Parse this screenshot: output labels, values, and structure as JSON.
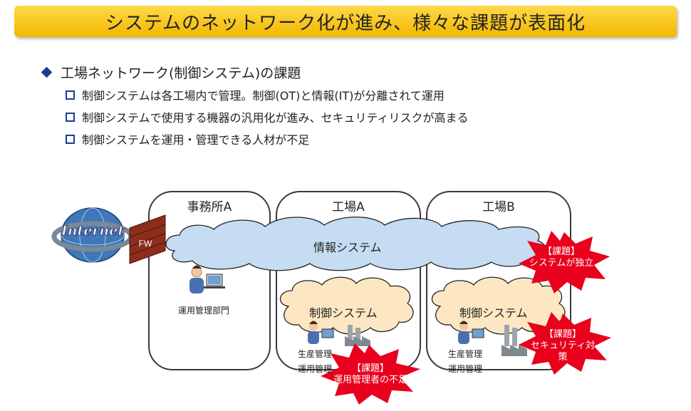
{
  "title": "システムのネットワーク化が進み、様々な課題が表面化",
  "bullet": {
    "main": "工場ネットワーク(制御システム)の課題",
    "subs": [
      "制御システムは各工場内で管理。制御(OT)と情報(IT)が分離されて運用",
      "制御システムで使用する機器の汎用化が進み、セキュリティリスクが高まる",
      "制御システムを運用・管理できる人材が不足"
    ]
  },
  "diagram": {
    "boxes": {
      "office": "事務所A",
      "factory_a": "工場A",
      "factory_b": "工場B"
    },
    "internet": "Internet",
    "fw": "FW",
    "info_cloud": "情報システム",
    "control_cloud_a": "制御システム",
    "control_cloud_b": "制御システム",
    "dept": "運用管理部門",
    "a_labels": [
      "生産管理",
      "運用管理"
    ],
    "b_labels": [
      "生産管理",
      "運用管理"
    ],
    "issues": [
      {
        "head": "【課題】",
        "body": "システムが独立"
      },
      {
        "head": "【課題】",
        "body": "セキュリティ対策"
      },
      {
        "head": "【課題】",
        "body": "運用管理者の不足"
      }
    ]
  },
  "colors": {
    "accent": "#f2b700",
    "bullet": "#1f3a93",
    "info_cloud": "#c5dcf2",
    "control_cloud": "#fde7c2",
    "issue": "#e8001c"
  }
}
